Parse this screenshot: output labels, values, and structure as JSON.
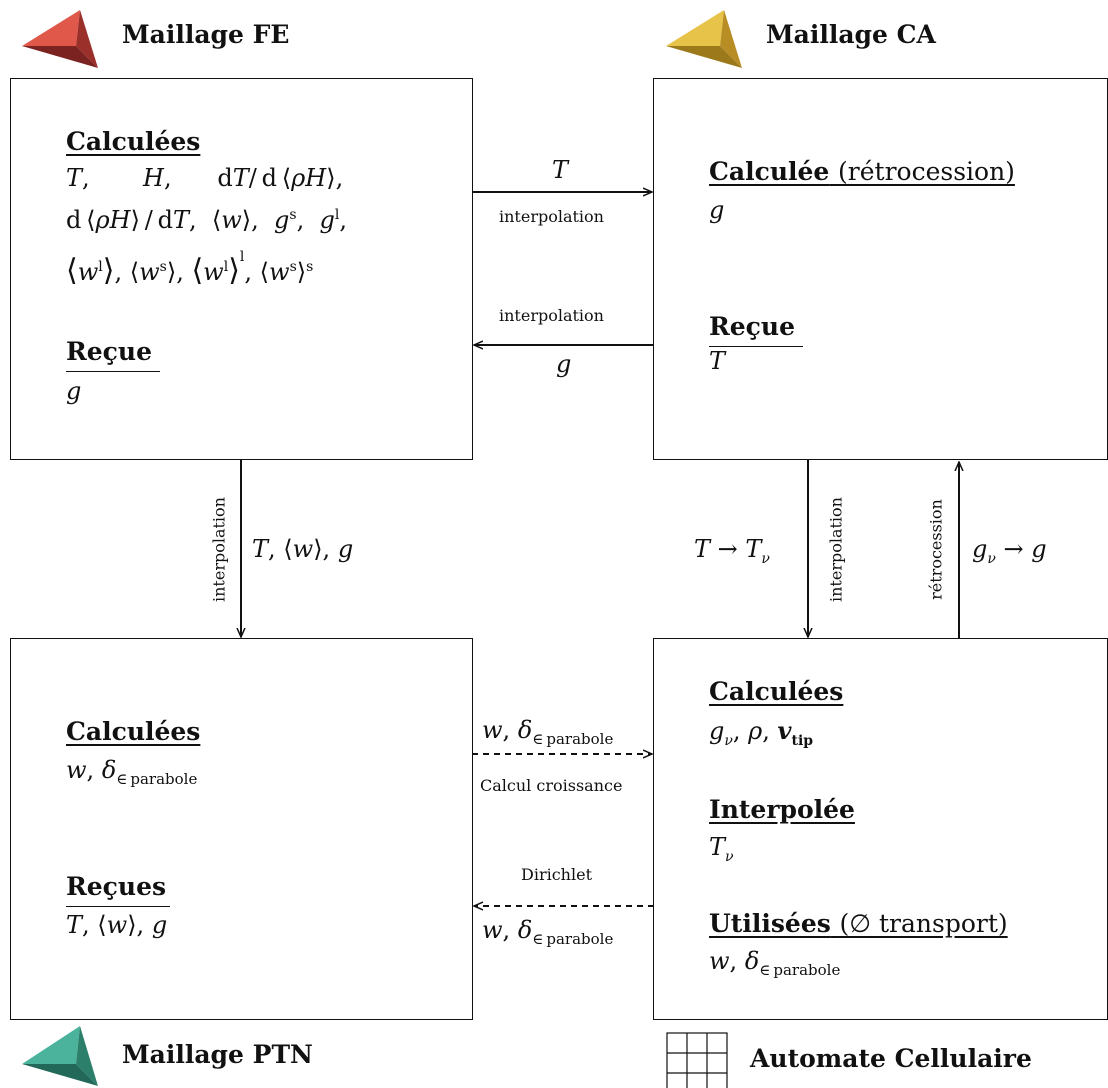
{
  "titles": {
    "fe": "Maillage FE",
    "ca": "Maillage CA",
    "ptn": "Maillage PTN",
    "automate": "Automate Cellulaire"
  },
  "fe_box": {
    "computed_heading": "Calculées",
    "received_heading": "Reçue",
    "received_value": "g"
  },
  "ca_box": {
    "computed_heading": "Calculée",
    "computed_note": "(rétrocession)",
    "computed_value": "g",
    "received_heading": "Reçue",
    "received_value": "T"
  },
  "ptn_box": {
    "computed_heading": "Calculées",
    "received_heading": "Reçues"
  },
  "cell_box": {
    "computed_heading": "Calculées",
    "interpolated_heading": "Interpolée",
    "used_heading": "Utilisées",
    "used_note": "(∅ transport)"
  },
  "arrows": {
    "fe_to_ca_top": "T",
    "fe_to_ca_bottom": "interpolation",
    "ca_to_fe_top": "interpolation",
    "ca_to_fe_bottom": "g",
    "fe_to_ptn_vertical": "interpolation",
    "ca_to_cell_vertical": "interpolation",
    "cell_to_ca_vertical": "rétrocession",
    "ptn_to_cell_bottom": "Calcul croissance",
    "cell_to_ptn_top": "Dirichlet"
  }
}
